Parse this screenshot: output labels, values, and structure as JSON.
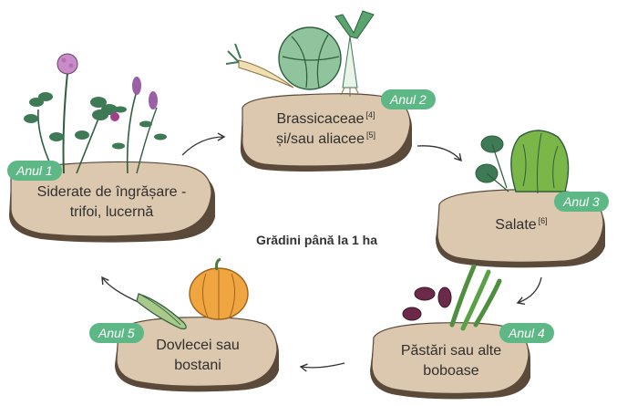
{
  "title": "Grădini până la 1 ha",
  "colors": {
    "plate": "#dcc8ae",
    "plate_shadow": "#5b4a3a",
    "badge": "#5db886",
    "arrow": "#333333",
    "leaf": "#3f7a56",
    "leaf_light": "#8fc49c"
  },
  "steps": [
    {
      "year": "Anul 1",
      "line1": "Siderate de îngrășare -",
      "line2": "trifoi, lucernă",
      "refs": [],
      "icons": [
        "clover-icon",
        "alfalfa-icon"
      ]
    },
    {
      "year": "Anul 2",
      "line1": "Brassicaceae",
      "line2": "și/sau aliacee",
      "refs": [
        "[4]",
        "[5]"
      ],
      "icons": [
        "parsnip-icon",
        "cabbage-icon",
        "leek-icon"
      ]
    },
    {
      "year": "Anul 3",
      "line1": "Salate",
      "line2": "",
      "refs": [
        "[6]"
      ],
      "icons": [
        "spinach-icon",
        "lettuce-icon"
      ]
    },
    {
      "year": "Anul 4",
      "line1": "Păstări sau alte",
      "line2": "boboase",
      "refs": [],
      "icons": [
        "beans-icon",
        "green-bean-icon"
      ]
    },
    {
      "year": "Anul 5",
      "line1": "Dovlecei sau",
      "line2": "bostani",
      "refs": [],
      "icons": [
        "zucchini-icon",
        "pumpkin-icon"
      ]
    }
  ]
}
